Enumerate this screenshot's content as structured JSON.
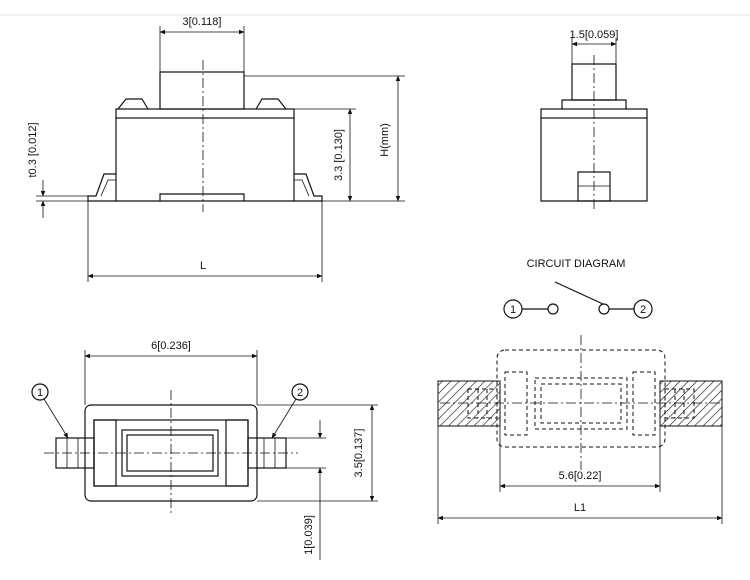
{
  "dimensions": {
    "top_width": "3[0.118]",
    "side_width": "1.5[0.059]",
    "thickness": "t0.3 [0.012]",
    "body_height": "3.3 [0.130]",
    "total_height": "H(mm)",
    "length": "L",
    "bottom_width": "6[0.236]",
    "bottom_height": "3.5[0.137]",
    "terminal_width": "1[0.039]",
    "pad_spacing": "5.6[0.22]",
    "pad_length": "L1"
  },
  "circuit": {
    "title": "CIRCUIT DIAGRAM",
    "terminal_1": "1",
    "terminal_2": "2"
  },
  "callouts": {
    "pin_1": "1",
    "pin_2": "2"
  }
}
